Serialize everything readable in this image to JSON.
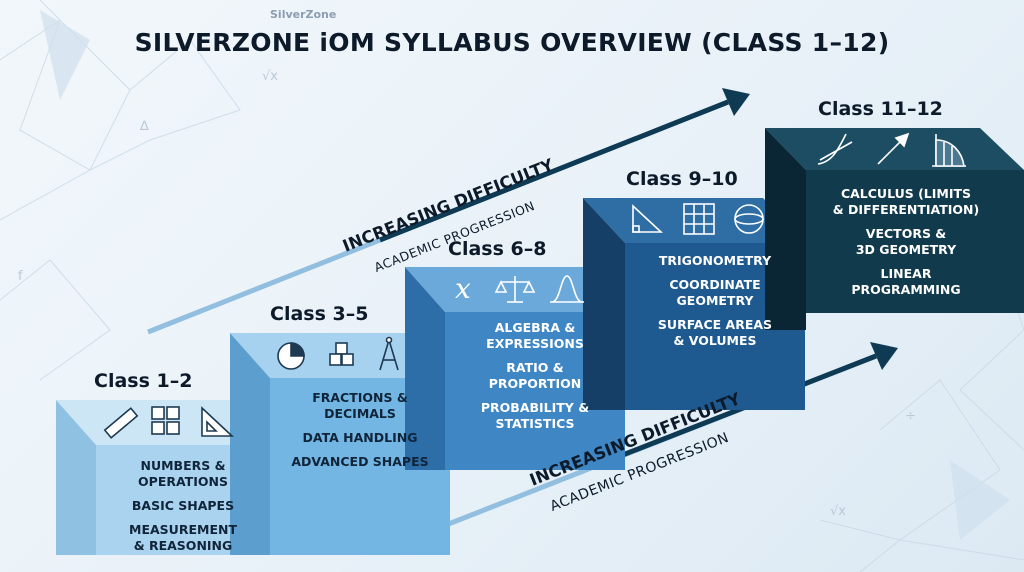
{
  "brand": "SilverZone",
  "title": "SILVERZONE iOM SYLLABUS OVERVIEW (CLASS 1–12)",
  "progression": {
    "upper": {
      "main": "INCREASING DIFFICULTY",
      "sub": "ACADEMIC PROGRESSION"
    },
    "lower": {
      "main": "INCREASING DIFFICULTY",
      "sub": "ACADEMIC PROGRESSION"
    }
  },
  "steps": [
    {
      "label": "Class 1–2",
      "icons": [
        "ruler-icon",
        "calculator-icon",
        "set-square-icon"
      ],
      "topics": [
        "NUMBERS &\nOPERATIONS",
        "BASIC SHAPES",
        "MEASUREMENT\n& REASONING"
      ]
    },
    {
      "label": "Class 3–5",
      "icons": [
        "pie-chart-icon",
        "cubes-icon",
        "compass-icon"
      ],
      "topics": [
        "FRACTIONS &\nDECIMALS",
        "DATA HANDLING",
        "ADVANCED SHAPES"
      ]
    },
    {
      "label": "Class 6–8",
      "icons": [
        "variable-x-icon",
        "balance-scale-icon",
        "bell-curve-icon"
      ],
      "topics": [
        "ALGEBRA &\nEXPRESSIONS",
        "RATIO &\nPROPORTION",
        "PROBABILITY &\nSTATISTICS"
      ]
    },
    {
      "label": "Class 9–10",
      "icons": [
        "right-triangle-icon",
        "grid-icon",
        "sphere-icon"
      ],
      "topics": [
        "TRIGONOMETRY",
        "COORDINATE\nGEOMETRY",
        "SURFACE AREAS\n& VOLUMES"
      ]
    },
    {
      "label": "Class 11–12",
      "icons": [
        "curve-icon",
        "vector-arrow-icon",
        "integral-area-icon"
      ],
      "topics": [
        "CALCULUS (LIMITS\n& DIFFERENTIATION)",
        "VECTORS &\n3D GEOMETRY",
        "LINEAR\nPROGRAMMING"
      ]
    }
  ],
  "colors": {
    "step1": "#a9d3ee",
    "step2": "#73b6e3",
    "step3": "#3f86c4",
    "step4": "#1e5a8f",
    "step5": "#113a4d"
  }
}
